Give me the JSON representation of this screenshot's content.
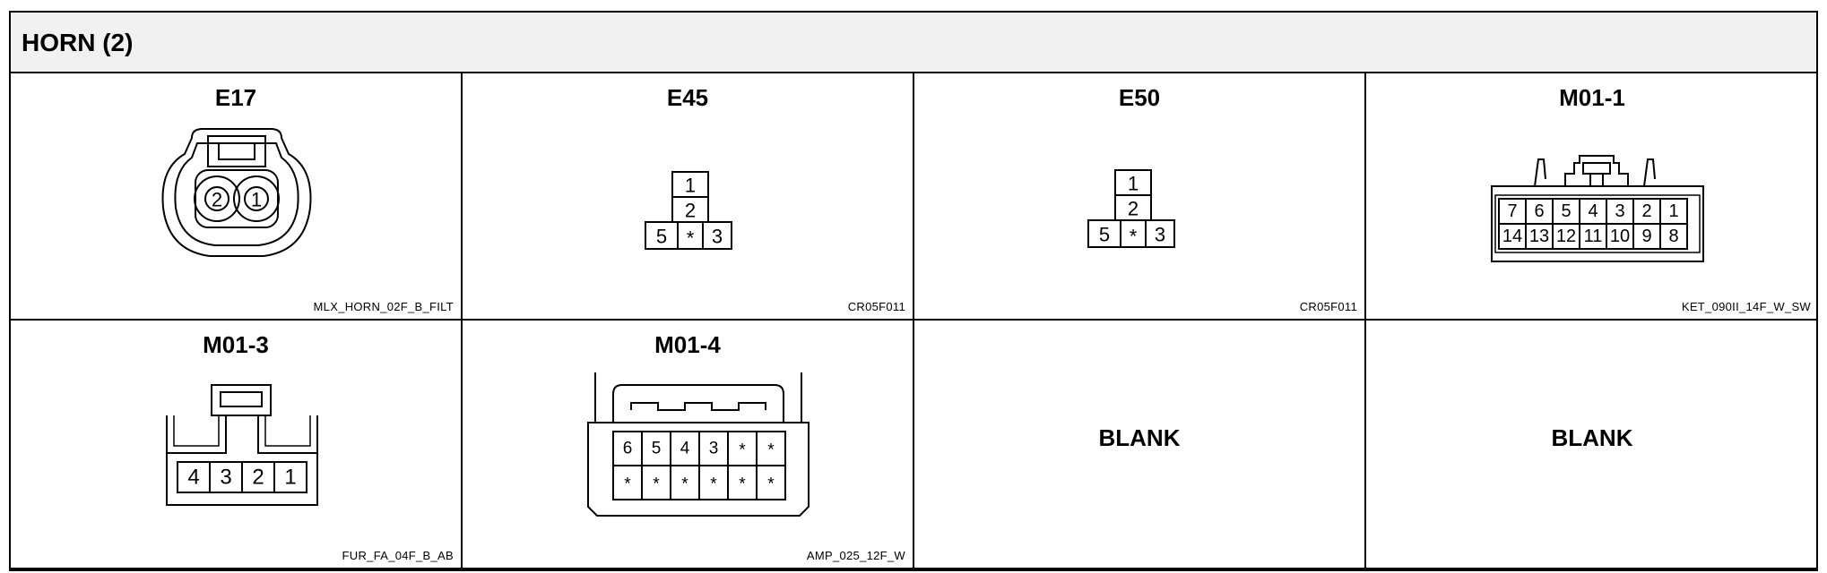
{
  "title": "HORN (2)",
  "connectors": [
    {
      "name": "E17",
      "code": "MLX_HORN_02F_B_FILT",
      "pins": [
        "2",
        "1"
      ]
    },
    {
      "name": "E45",
      "code": "CR05F011",
      "pins": [
        "1",
        "2",
        "5",
        "*",
        "3"
      ]
    },
    {
      "name": "E50",
      "code": "CR05F011",
      "pins": [
        "1",
        "2",
        "5",
        "*",
        "3"
      ]
    },
    {
      "name": "M01-1",
      "code": "KET_090II_14F_W_SW",
      "pins": [
        "7",
        "6",
        "5",
        "4",
        "3",
        "2",
        "1",
        "14",
        "13",
        "12",
        "11",
        "10",
        "9",
        "8"
      ]
    },
    {
      "name": "M01-3",
      "code": "FUR_FA_04F_B_AB",
      "pins": [
        "4",
        "3",
        "2",
        "1"
      ]
    },
    {
      "name": "M01-4",
      "code": "AMP_025_12F_W",
      "pins": [
        "6",
        "5",
        "4",
        "3",
        "*",
        "*",
        "*",
        "*",
        "*",
        "*",
        "*",
        "*"
      ]
    },
    {
      "name": "",
      "code": "",
      "blank_label": "BLANK"
    },
    {
      "name": "",
      "code": "",
      "blank_label": "BLANK"
    }
  ]
}
